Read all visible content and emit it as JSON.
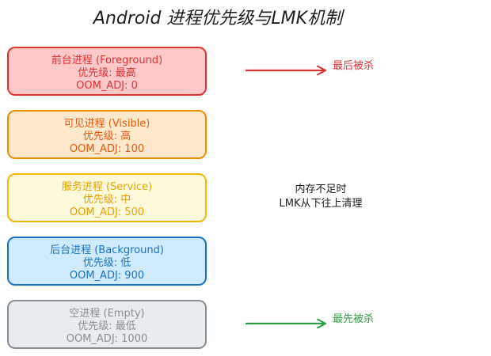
{
  "title": "Android 进程优先级与LMK机制",
  "levels": [
    {
      "name": "前台进程 (Foreground)",
      "priority": "优先级: 最高",
      "oom_adj": "OOM_ADJ: 0",
      "fill": "#ffc9c9",
      "stroke": "#e03131",
      "text_color": "#e03131"
    },
    {
      "name": "可见进程 (Visible)",
      "priority": "优先级: 高",
      "oom_adj": "OOM_ADJ: 100",
      "fill": "#ffe8cc",
      "stroke": "#f08c00",
      "text_color": "#e8590c"
    },
    {
      "name": "服务进程 (Service)",
      "priority": "优先级: 中",
      "oom_adj": "OOM_ADJ: 500",
      "fill": "#fff9db",
      "stroke": "#f2b705",
      "text_color": "#e8a200"
    },
    {
      "name": "后台进程 (Background)",
      "priority": "优先级: 低",
      "oom_adj": "OOM_ADJ: 900",
      "fill": "#d0ebff",
      "stroke": "#1971c2",
      "text_color": "#1971c2"
    },
    {
      "name": "空进程 (Empty)",
      "priority": "优先级: 最低",
      "oom_adj": "OOM_ADJ: 1000",
      "fill": "#e9ecef",
      "stroke": "#868e96",
      "text_color": "#868e96"
    }
  ],
  "arrows": [
    {
      "label": "最后被杀",
      "color": "#e03131"
    },
    {
      "label": "最先被杀",
      "color": "#2f9e44"
    }
  ],
  "note": {
    "line1": "内存不足时",
    "line2": "LMK从下往上清理"
  }
}
